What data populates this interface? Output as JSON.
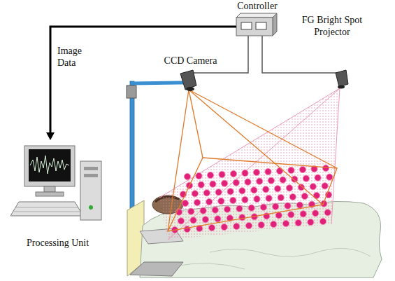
{
  "diagram": {
    "nodes": [
      {
        "text": [
          "Controller"
        ]
      },
      {
        "text": [
          "CCD Camera"
        ]
      },
      {
        "text": [
          "FG Bright Spot Projector"
        ]
      },
      {
        "text": [
          "Processing Unit"
        ]
      }
    ],
    "edges": [
      {
        "from": 0,
        "to": 3,
        "arrow": "to",
        "label": "Image Data"
      },
      {
        "from": 0,
        "to": 1,
        "arrow": "none"
      },
      {
        "from": 0,
        "to": 2,
        "arrow": "none"
      }
    ]
  }
}
